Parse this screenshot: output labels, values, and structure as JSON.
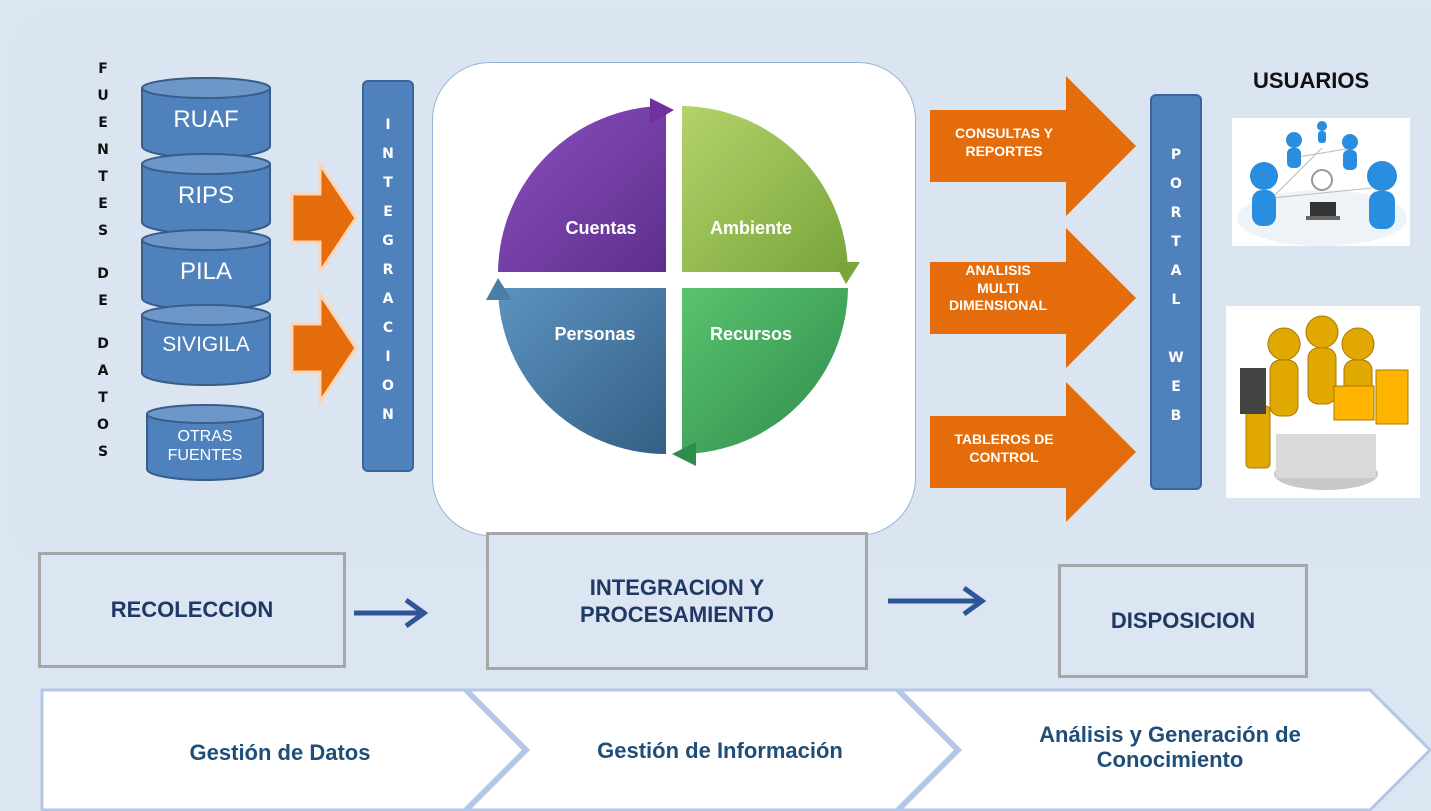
{
  "fuentes_label": [
    "F",
    "U",
    "E",
    "N",
    "T",
    "E",
    "S",
    "",
    "D",
    "E",
    "",
    "D",
    "A",
    "T",
    "O",
    "S"
  ],
  "sources": [
    "RUAF",
    "RIPS",
    "PILA",
    "SIVIGILA",
    "OTRAS FUENTES"
  ],
  "integracion_label": [
    "I",
    "N",
    "T",
    "E",
    "G",
    "R",
    "A",
    "C",
    "I",
    "O",
    "N"
  ],
  "quadrants": {
    "top_left": "Cuentas",
    "top_right": "Ambiente",
    "bottom_left": "Personas",
    "bottom_right": "Recursos"
  },
  "outputs": [
    [
      "CONSULTAS Y",
      "REPORTES"
    ],
    [
      "ANALISIS",
      "MULTI",
      "DIMENSIONAL"
    ],
    [
      "TABLEROS DE",
      "CONTROL"
    ]
  ],
  "portal_label": [
    "P",
    "O",
    "R",
    "T",
    "A",
    "L",
    "",
    "W",
    "E",
    "B"
  ],
  "usuarios_title": "USUARIOS",
  "stages": [
    "RECOLECCION",
    "INTEGRACION Y PROCESAMIENTO",
    "DISPOSICION"
  ],
  "phases": [
    "Gestión de Datos",
    "Gestión de Información",
    "Análisis y Generación de Conocimiento"
  ],
  "colors": {
    "panel": "#dbe5f1",
    "bar_blue": "#4f81bd",
    "orange": "#e46c0a",
    "quad_purple": "#7030a0",
    "quad_green": "#9bbb59",
    "quad_teal": "#4a7fa5",
    "quad_emerald": "#3aa860",
    "stage_text": "#1f3864"
  },
  "icons": {
    "users_network": "users-network-illustration",
    "users_working": "users-working-illustration"
  }
}
